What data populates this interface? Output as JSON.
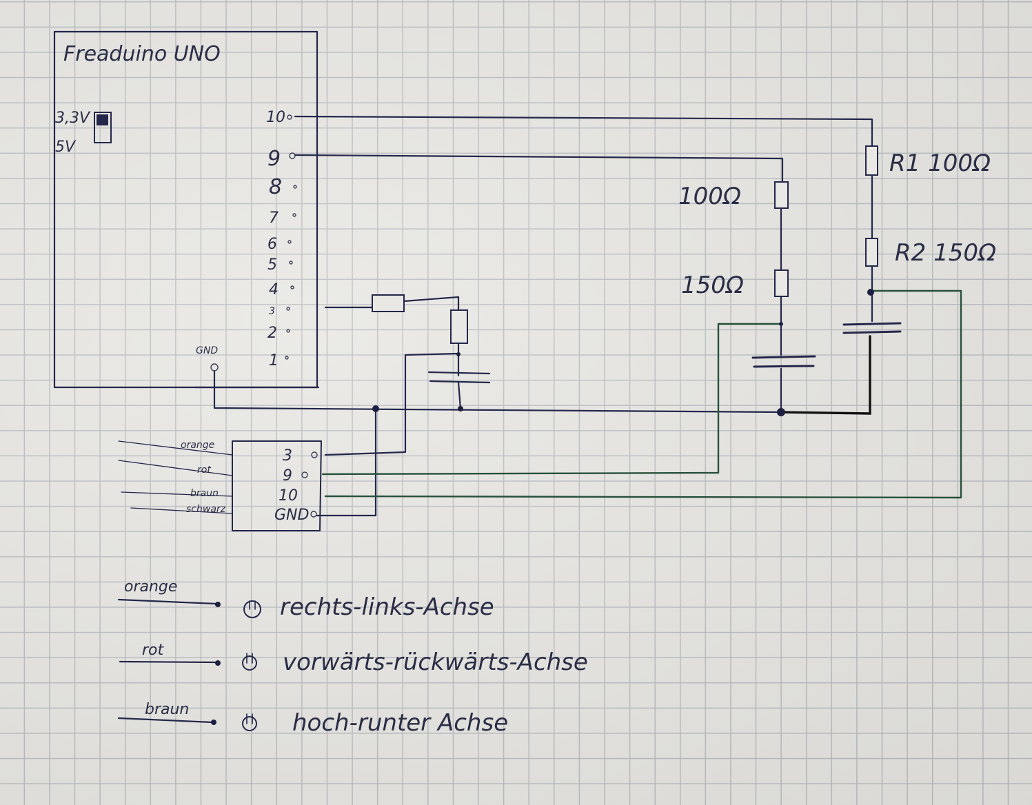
{
  "board": {
    "title": "Freaduino UNO",
    "voltage_labels": [
      "3,3V",
      "5V"
    ],
    "pins": [
      "10",
      "9",
      "8",
      "7",
      "6",
      "5",
      "4",
      "3",
      "2",
      "1"
    ],
    "gnd_label": "GND"
  },
  "resistors": {
    "r1_label": "R1 100Ω",
    "r2_label": "R2 150Ω",
    "mid_top_label": "100Ω",
    "mid_bottom_label": "150Ω"
  },
  "connector": {
    "wires": [
      "orange",
      "rot",
      "braun",
      "schwarz"
    ],
    "pins": [
      "3",
      "9",
      "10",
      "GND"
    ]
  },
  "legend": [
    {
      "wire": "orange",
      "text": "rechts-links-Achse"
    },
    {
      "wire": "rot",
      "text": "vorwärts-rückwärts-Achse"
    },
    {
      "wire": "braun",
      "text": "hoch-runter Achse"
    }
  ],
  "colors": {
    "ink": "#24274a",
    "green_ink": "#27503a",
    "paper": "#e7e6e2",
    "grid": "#b9bcc0"
  }
}
